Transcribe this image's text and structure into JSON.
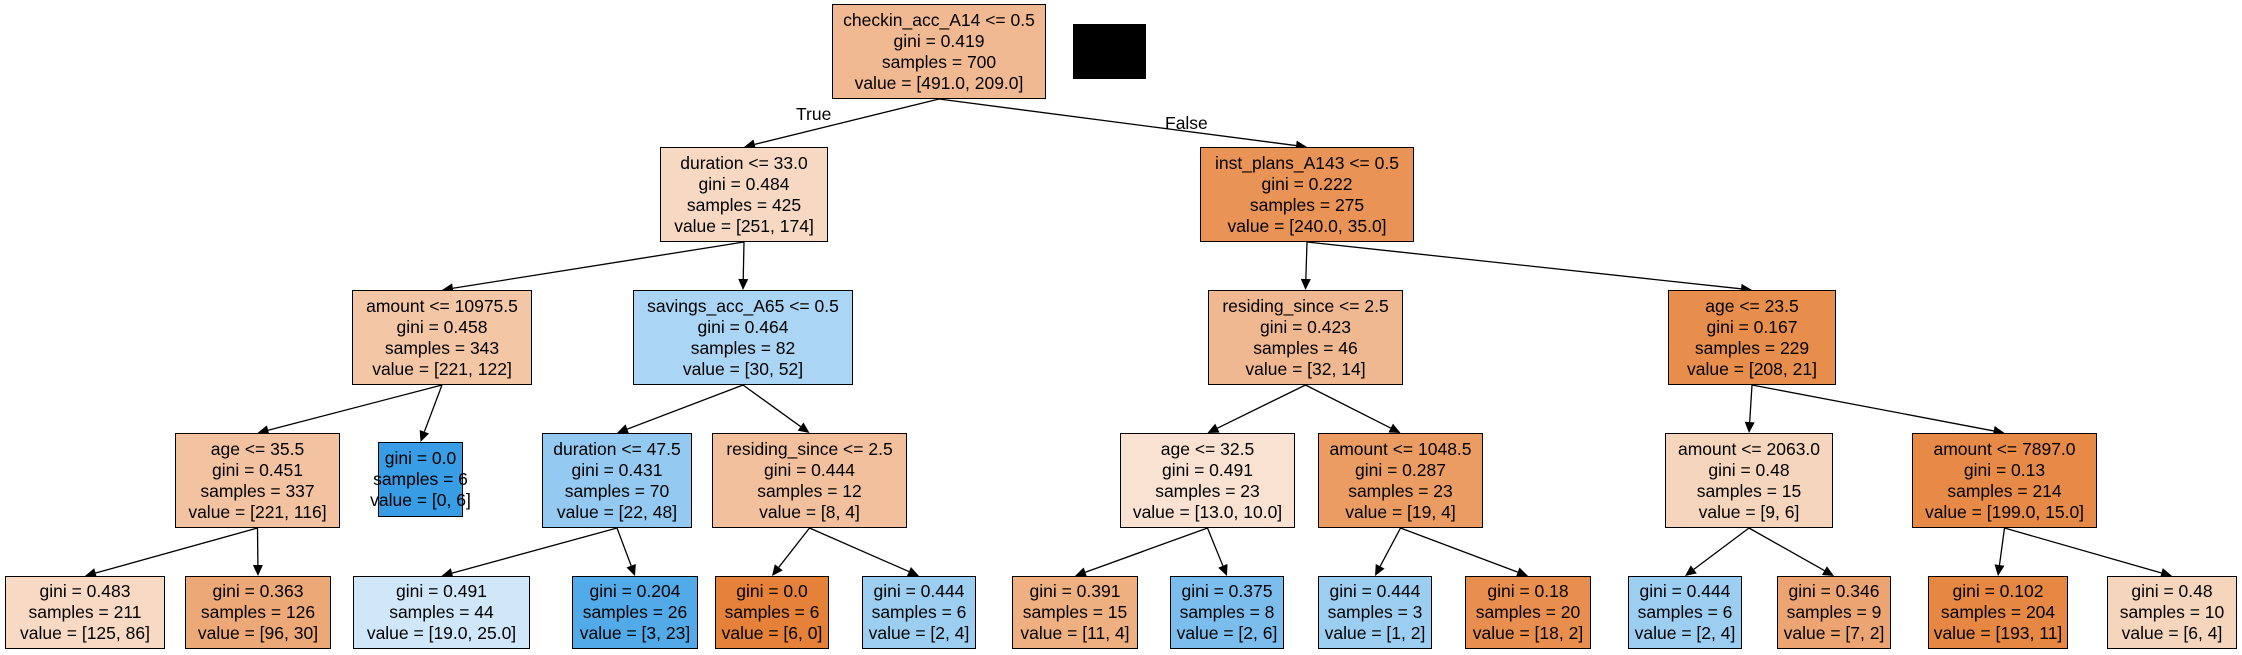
{
  "edge_labels": {
    "true": "True",
    "false": "False"
  },
  "nodes": {
    "n0": {
      "lines": [
        "checkin_acc_A14 <= 0.5",
        "gini = 0.419",
        "samples = 700",
        "value = [491.0, 209.0]"
      ],
      "fill": "#f1b991"
    },
    "n1": {
      "lines": [
        "duration <= 33.0",
        "gini = 0.484",
        "samples = 425",
        "value = [251, 174]"
      ],
      "fill": "#f7d8c2"
    },
    "n2": {
      "lines": [
        "amount <= 10975.5",
        "gini = 0.458",
        "samples = 343",
        "value = [221, 122]"
      ],
      "fill": "#f3c7a6"
    },
    "n3": {
      "lines": [
        "age <= 35.5",
        "gini = 0.451",
        "samples = 337",
        "value = [221, 116]"
      ],
      "fill": "#f3c3a1"
    },
    "n4": {
      "lines": [
        "gini = 0.483",
        "samples = 211",
        "value = [125, 86]"
      ],
      "fill": "#f8d9c3"
    },
    "n5": {
      "lines": [
        "gini = 0.363",
        "samples = 126",
        "value = [96, 30]"
      ],
      "fill": "#eda877"
    },
    "n6": {
      "lines": [
        "gini = 0.0",
        "samples = 6",
        "value = [0, 6]"
      ],
      "fill": "#399de5"
    },
    "n7": {
      "lines": [
        "savings_acc_A65 <= 0.5",
        "gini = 0.464",
        "samples = 82",
        "value = [30, 52]"
      ],
      "fill": "#abd5f4"
    },
    "n8": {
      "lines": [
        "duration <= 47.5",
        "gini = 0.431",
        "samples = 70",
        "value = [22, 48]"
      ],
      "fill": "#94caf1"
    },
    "n9": {
      "lines": [
        "gini = 0.491",
        "samples = 44",
        "value = [19.0, 25.0]"
      ],
      "fill": "#cfe7f9"
    },
    "n10": {
      "lines": [
        "gini = 0.204",
        "samples = 26",
        "value = [3, 23]"
      ],
      "fill": "#53aae8"
    },
    "n11": {
      "lines": [
        "residing_since <= 2.5",
        "gini = 0.444",
        "samples = 12",
        "value = [8, 4]"
      ],
      "fill": "#f2c09c"
    },
    "n12": {
      "lines": [
        "gini = 0.0",
        "samples = 6",
        "value = [6, 0]"
      ],
      "fill": "#e58139"
    },
    "n13": {
      "lines": [
        "gini = 0.444",
        "samples = 6",
        "value = [2, 4]"
      ],
      "fill": "#9ccef2"
    },
    "n14": {
      "lines": [
        "inst_plans_A143 <= 0.5",
        "gini = 0.222",
        "samples = 275",
        "value = [240.0, 35.0]"
      ],
      "fill": "#e99356"
    },
    "n15": {
      "lines": [
        "residing_since <= 2.5",
        "gini = 0.423",
        "samples = 46",
        "value = [32, 14]"
      ],
      "fill": "#f0b890"
    },
    "n16": {
      "lines": [
        "age <= 32.5",
        "gini = 0.491",
        "samples = 23",
        "value = [13.0, 10.0]"
      ],
      "fill": "#f9e2d1"
    },
    "n17": {
      "lines": [
        "gini = 0.391",
        "samples = 15",
        "value = [11, 4]"
      ],
      "fill": "#eeaf81"
    },
    "n18": {
      "lines": [
        "gini = 0.375",
        "samples = 8",
        "value = [2, 6]"
      ],
      "fill": "#7bbeee"
    },
    "n19": {
      "lines": [
        "amount <= 1048.5",
        "gini = 0.287",
        "samples = 23",
        "value = [19, 4]"
      ],
      "fill": "#ea9c63"
    },
    "n20": {
      "lines": [
        "gini = 0.444",
        "samples = 3",
        "value = [1, 2]"
      ],
      "fill": "#9ccef2"
    },
    "n21": {
      "lines": [
        "gini = 0.18",
        "samples = 20",
        "value = [18, 2]"
      ],
      "fill": "#e88f4f"
    },
    "n22": {
      "lines": [
        "age <= 23.5",
        "gini = 0.167",
        "samples = 229",
        "value = [208, 21]"
      ],
      "fill": "#e88e4d"
    },
    "n23": {
      "lines": [
        "amount <= 2063.0",
        "gini = 0.48",
        "samples = 15",
        "value = [9, 6]"
      ],
      "fill": "#f6d5bd"
    },
    "n24": {
      "lines": [
        "gini = 0.444",
        "samples = 6",
        "value = [2, 4]"
      ],
      "fill": "#9ccef2"
    },
    "n25": {
      "lines": [
        "gini = 0.346",
        "samples = 9",
        "value = [7, 2]"
      ],
      "fill": "#eca572"
    },
    "n26": {
      "lines": [
        "amount <= 7897.0",
        "gini = 0.13",
        "samples = 214",
        "value = [199.0, 15.0]"
      ],
      "fill": "#e78a48"
    },
    "n27": {
      "lines": [
        "gini = 0.102",
        "samples = 204",
        "value = [193, 11]"
      ],
      "fill": "#e68844"
    },
    "n28": {
      "lines": [
        "gini = 0.48",
        "samples = 10",
        "value = [6, 4]"
      ],
      "fill": "#f6d5bd"
    }
  }
}
